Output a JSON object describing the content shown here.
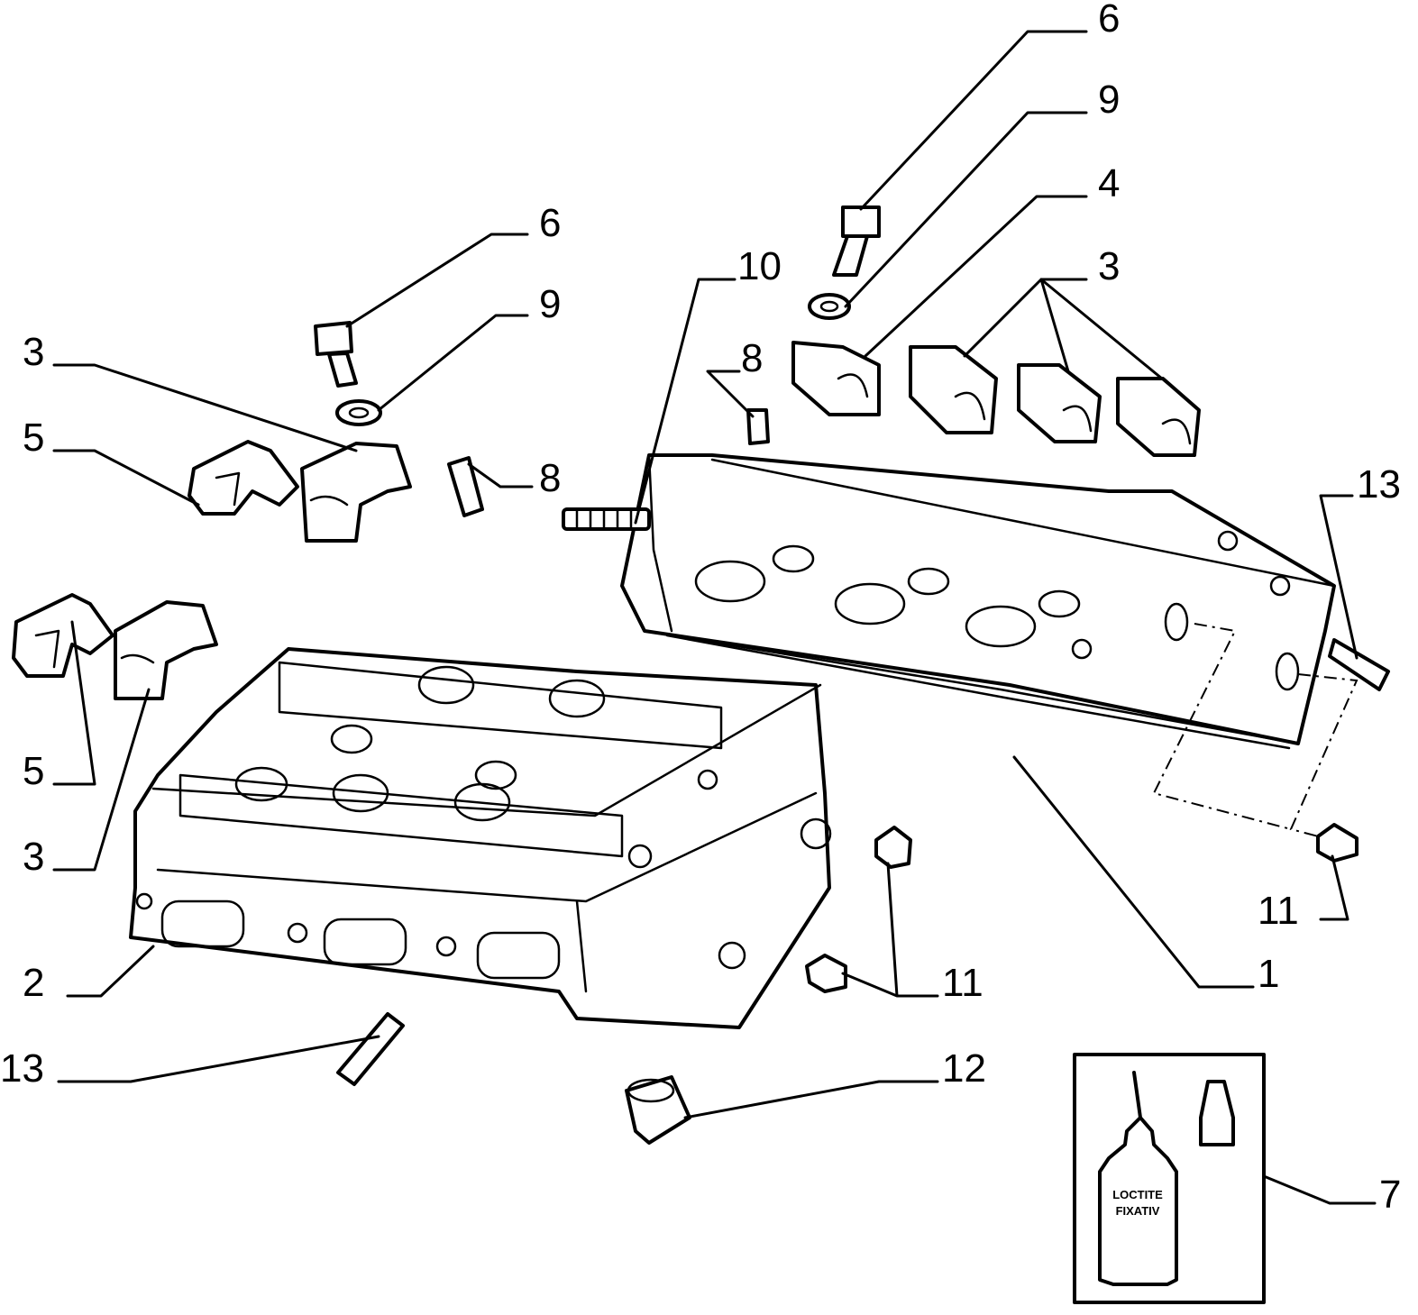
{
  "labels": [
    {
      "id": "l6a",
      "text": "6"
    },
    {
      "id": "l9a",
      "text": "9"
    },
    {
      "id": "l4",
      "text": "4"
    },
    {
      "id": "l3a",
      "text": "3"
    },
    {
      "id": "l10",
      "text": "10"
    },
    {
      "id": "l8a",
      "text": "8"
    },
    {
      "id": "l6b",
      "text": "6"
    },
    {
      "id": "l9b",
      "text": "9"
    },
    {
      "id": "l3b",
      "text": "3"
    },
    {
      "id": "l5a",
      "text": "5"
    },
    {
      "id": "l8b",
      "text": "8"
    },
    {
      "id": "l13a",
      "text": "13"
    },
    {
      "id": "l5b",
      "text": "5"
    },
    {
      "id": "l3c",
      "text": "3"
    },
    {
      "id": "l2",
      "text": "2"
    },
    {
      "id": "l13b",
      "text": "13"
    },
    {
      "id": "l11a",
      "text": "11"
    },
    {
      "id": "l11b",
      "text": "11"
    },
    {
      "id": "l1",
      "text": "1"
    },
    {
      "id": "l12",
      "text": "12"
    },
    {
      "id": "l7",
      "text": "7"
    }
  ],
  "kit_bottle_text": [
    "LOCTITE",
    "FIXATIV"
  ]
}
